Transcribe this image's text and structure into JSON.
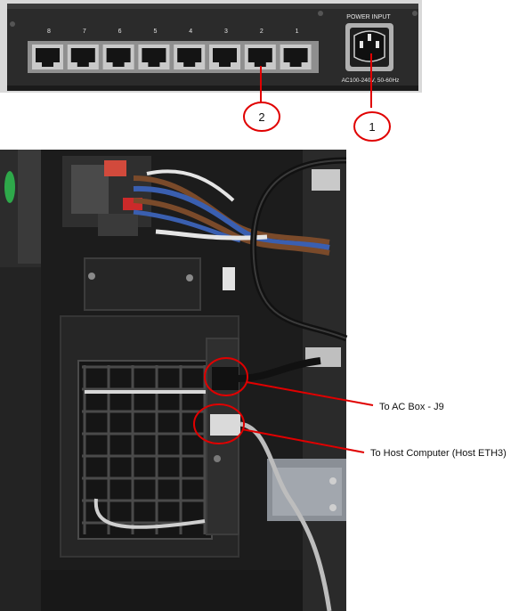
{
  "switch_panel": {
    "port_numbers": [
      "8",
      "7",
      "6",
      "5",
      "4",
      "3",
      "2",
      "1"
    ],
    "power_input_label": "POWER INPUT",
    "power_rating_label": "AC100-240V, 50-60Hz"
  },
  "callouts": [
    {
      "id": "callout-1",
      "number": "1"
    },
    {
      "id": "callout-2",
      "number": "2"
    }
  ],
  "annotations": {
    "ac_box": "To AC Box - J9",
    "host_computer": "To Host Computer (Host ETH3)"
  },
  "colors": {
    "callout_red": "#e00000",
    "switch_body": "#2a2a2a",
    "cabinet_dark": "#1c1c1c"
  }
}
